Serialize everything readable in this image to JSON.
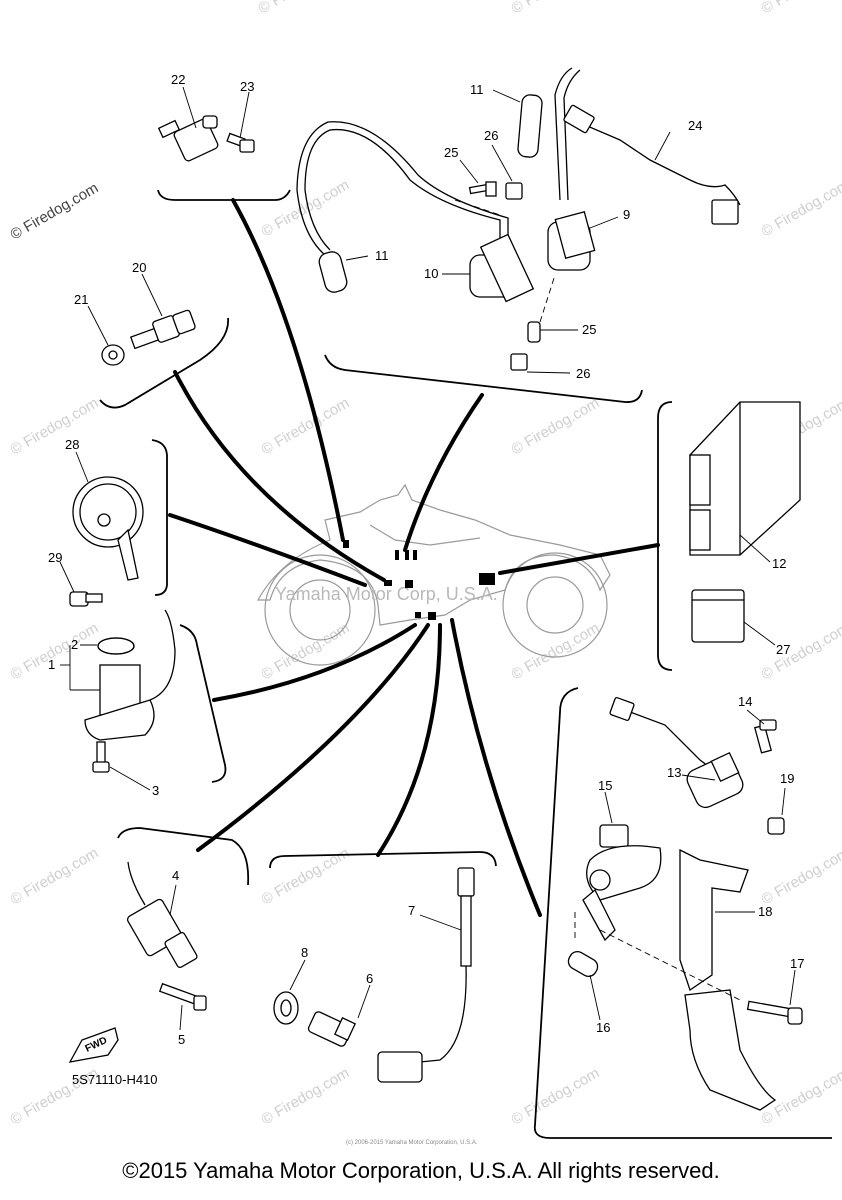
{
  "watermark": "© Firedog.com",
  "center_watermark": "Yamaha Motor Corp, U.S.A.",
  "diagram_code": "5S71110-H410",
  "fwd_label": "FWD",
  "fine_print": "(c) 2006-2015 Yamaha Motor Corporation, U.S.A.",
  "copyright": "©2015 Yamaha Motor Corporation, U.S.A. All rights reserved.",
  "callouts": {
    "c1": "1",
    "c2": "2",
    "c3": "3",
    "c4": "4",
    "c5": "5",
    "c6": "6",
    "c7": "7",
    "c8": "8",
    "c9": "9",
    "c10": "10",
    "c11a": "11",
    "c11b": "11",
    "c12": "12",
    "c13": "13",
    "c14": "14",
    "c15": "15",
    "c16": "16",
    "c17": "17",
    "c18": "18",
    "c19": "19",
    "c20": "20",
    "c21": "21",
    "c22": "22",
    "c23": "23",
    "c24": "24",
    "c25a": "25",
    "c25b": "25",
    "c26a": "26",
    "c26b": "26",
    "c27": "27",
    "c28": "28",
    "c29": "29"
  }
}
